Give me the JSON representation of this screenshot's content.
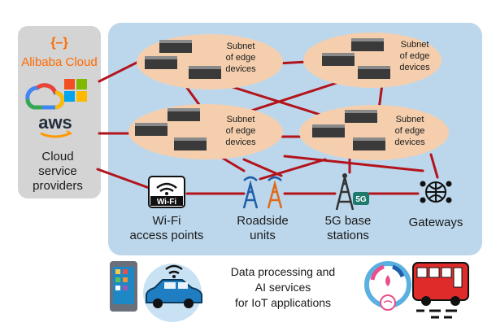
{
  "cloud": {
    "providers": [
      "Alibaba Cloud",
      "aws"
    ],
    "label": [
      "Cloud",
      "service",
      "providers"
    ]
  },
  "subnets": [
    {
      "label": [
        "Subnet",
        "of edge",
        "devices"
      ]
    },
    {
      "label": [
        "Subnet",
        "of edge",
        "devices"
      ]
    },
    {
      "label": [
        "Subnet",
        "of edge",
        "devices"
      ]
    },
    {
      "label": [
        "Subnet",
        "of edge",
        "devices"
      ]
    }
  ],
  "access": [
    {
      "badge": "Wi-Fi",
      "label": [
        "Wi-Fi",
        "access points"
      ]
    },
    {
      "label": [
        "Roadside",
        "units"
      ]
    },
    {
      "badge": "5G",
      "label": [
        "5G base",
        "stations"
      ]
    },
    {
      "label": [
        "Gateways"
      ]
    }
  ],
  "bottom_text": [
    "Data processing and",
    "AI services",
    "for IoT applications"
  ],
  "colors": {
    "panel": "#bcd7ec",
    "cloud_box": "#d4d4d4",
    "subnet": "#f5cfad",
    "link": "#b3131b",
    "tower": "#1f5fa8",
    "tower_alt": "#e06a1a"
  }
}
